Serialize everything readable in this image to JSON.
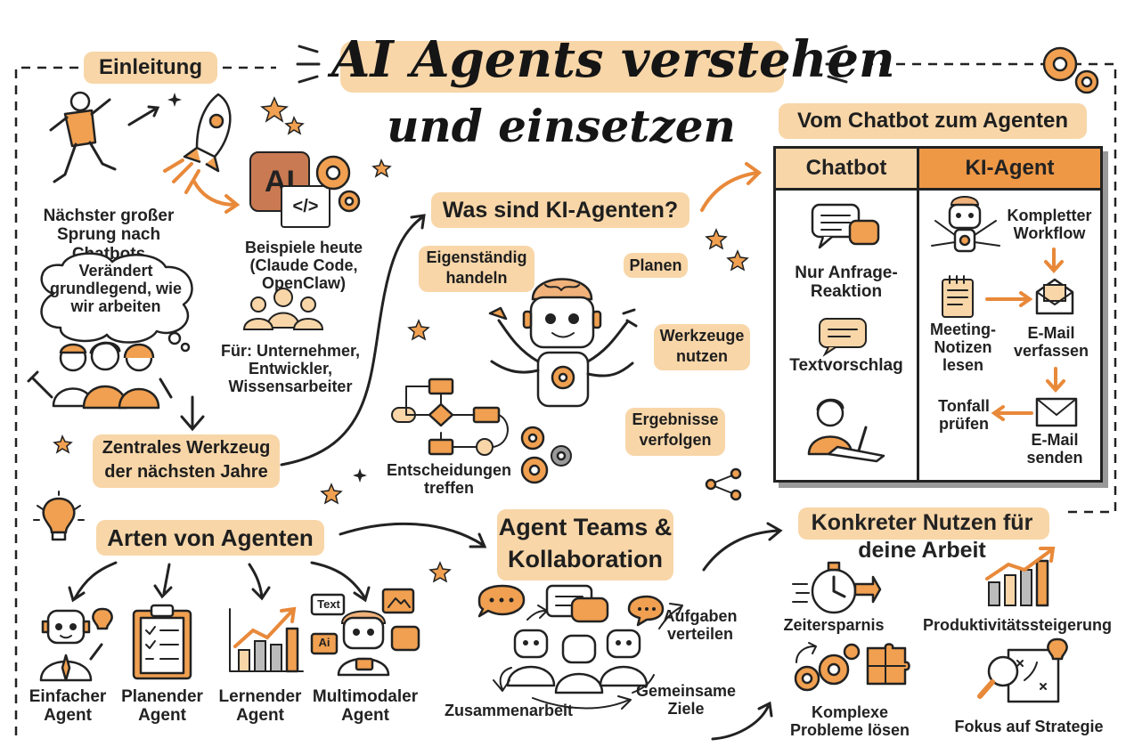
{
  "title": {
    "line1": "AI Agents verstehen",
    "line2": "und einsetzen"
  },
  "einleitung": {
    "heading": "Einleitung",
    "sprung": "Nächster großer\nSprung nach Chatbots",
    "beispiele": "Beispiele heute\n(Claude Code, OpenClaw)",
    "veraendert": "Verändert\ngrundlegend, wie\nwir arbeiten",
    "fuer": "Für: Unternehmer,\nEntwickler,\nWissensarbeiter",
    "werkzeug": "Zentrales Werkzeug\nder nächsten Jahre",
    "ai_logo": "AI",
    "code_glyph": "</>"
  },
  "was_sind": {
    "heading": "Was sind KI-Agenten?",
    "eigen": "Eigenständig\nhandeln",
    "planen": "Planen",
    "werkzeuge": "Werkzeuge\nnutzen",
    "ergebnisse": "Ergebnisse\nverfolgen",
    "entscheidungen": "Entscheidungen\ntreffen"
  },
  "vom_chatbot": {
    "heading": "Vom Chatbot zum Agenten",
    "col_chatbot": "Chatbot",
    "col_agent": "KI-Agent",
    "nur_anfrage": "Nur Anfrage-\nReaktion",
    "textvorschlag": "Textvorschlag",
    "kompletter": "Kompletter\nWorkflow",
    "meeting": "Meeting-\nNotizen\nlesen",
    "email_verfassen": "E-Mail\nverfassen",
    "tonfall": "Tonfall\nprüfen",
    "email_senden": "E-Mail\nsenden"
  },
  "arten": {
    "heading": "Arten von Agenten",
    "einfacher": "Einfacher\nAgent",
    "planender": "Planender\nAgent",
    "lernender": "Lernender\nAgent",
    "multimodaler": "Multimodaler\nAgent",
    "text_icon": "Text",
    "ai_icon": "Ai"
  },
  "teams": {
    "heading": "Agent Teams &\nKollaboration",
    "aufgaben": "Aufgaben\nverteilen",
    "gemeinsame": "Gemeinsame\nZiele",
    "zusammenarbeit": "Zusammenarbeit"
  },
  "nutzen": {
    "heading": "Konkreter Nutzen für\ndeine Arbeit",
    "zeit": "Zeitersparnis",
    "produktiv": "Produktivitätssteigerung",
    "komplex": "Komplexe\nProbleme lösen",
    "fokus": "Fokus auf Strategie"
  },
  "colors": {
    "accent": "#f0a050",
    "highlight": "#f8d6a8",
    "ink": "#222222"
  }
}
